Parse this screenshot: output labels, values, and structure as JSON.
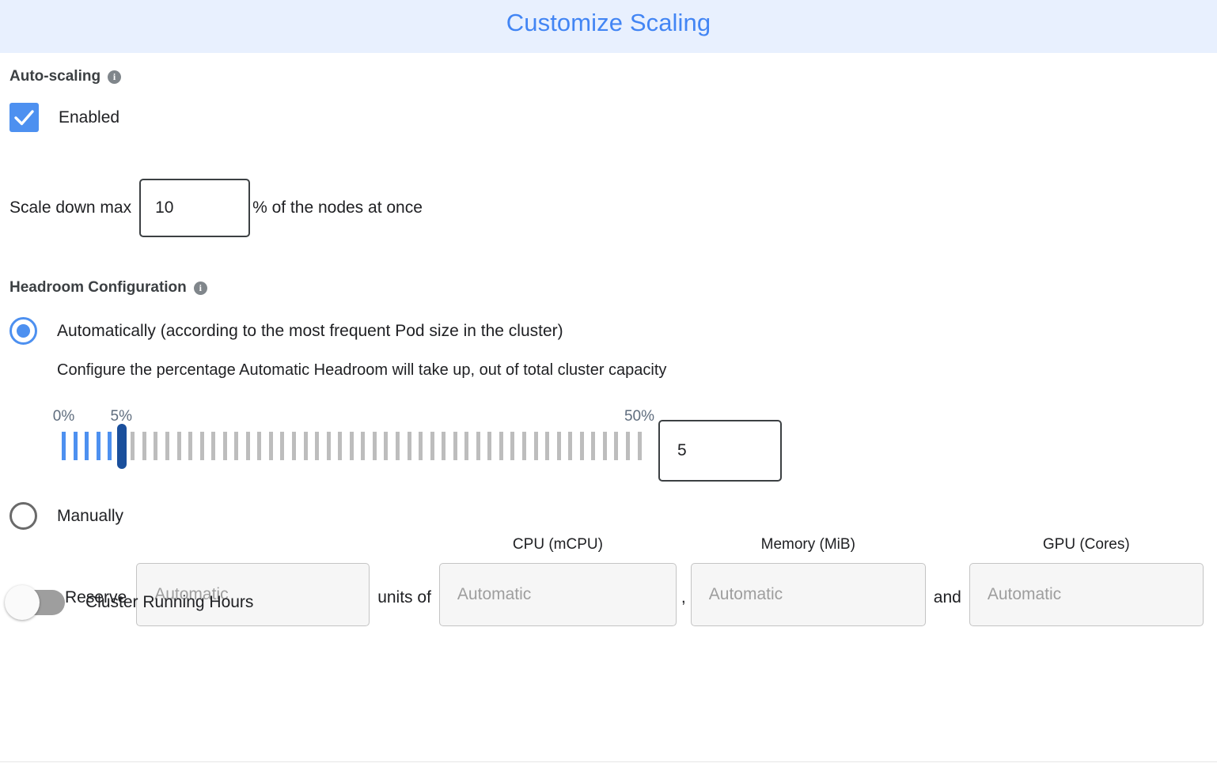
{
  "header": {
    "title": "Customize Scaling",
    "title_color": "#4285f4",
    "band_color": "#e8f0fe"
  },
  "autoscaling": {
    "heading": "Auto-scaling",
    "info_icon": "info-icon",
    "info_glyph": "i",
    "enabled_label": "Enabled",
    "enabled_checked": true,
    "accent_color": "#4d90f0"
  },
  "scale_down": {
    "prefix_label": "Scale down max",
    "value": "10",
    "suffix_label": "% of the nodes at once"
  },
  "headroom": {
    "heading": "Headroom Configuration",
    "info_glyph": "i",
    "automatic": {
      "label": "Automatically (according to the most frequent Pod size in the cluster)",
      "description": "Configure the percentage Automatic Headroom will take up, out of total cluster capacity",
      "selected": true
    },
    "slider": {
      "min_label": "0%",
      "max_label": "50%",
      "current_label": "5%",
      "min": 0,
      "max": 50,
      "value": 5,
      "tick_count": 51,
      "filled_color": "#4d90f0",
      "empty_color": "#bdbdbd",
      "thumb_color": "#1a4f9c",
      "caption_color": "#5f6d7e",
      "input_value": "5"
    },
    "manual": {
      "label": "Manually",
      "selected": false,
      "reserve_label": "Reserve",
      "units_of_label": "units of",
      "comma_label": ",",
      "and_label": "and",
      "fields": [
        {
          "name": "units",
          "header": "",
          "placeholder": "Automatic",
          "value": ""
        },
        {
          "name": "cpu",
          "header": "CPU (mCPU)",
          "placeholder": "Automatic",
          "value": ""
        },
        {
          "name": "memory",
          "header": "Memory (MiB)",
          "placeholder": "Automatic",
          "value": ""
        },
        {
          "name": "gpu",
          "header": "GPU (Cores)",
          "placeholder": "Automatic",
          "value": ""
        }
      ]
    }
  },
  "cluster_running_hours": {
    "label": "Cluster Running Hours",
    "enabled": false
  }
}
